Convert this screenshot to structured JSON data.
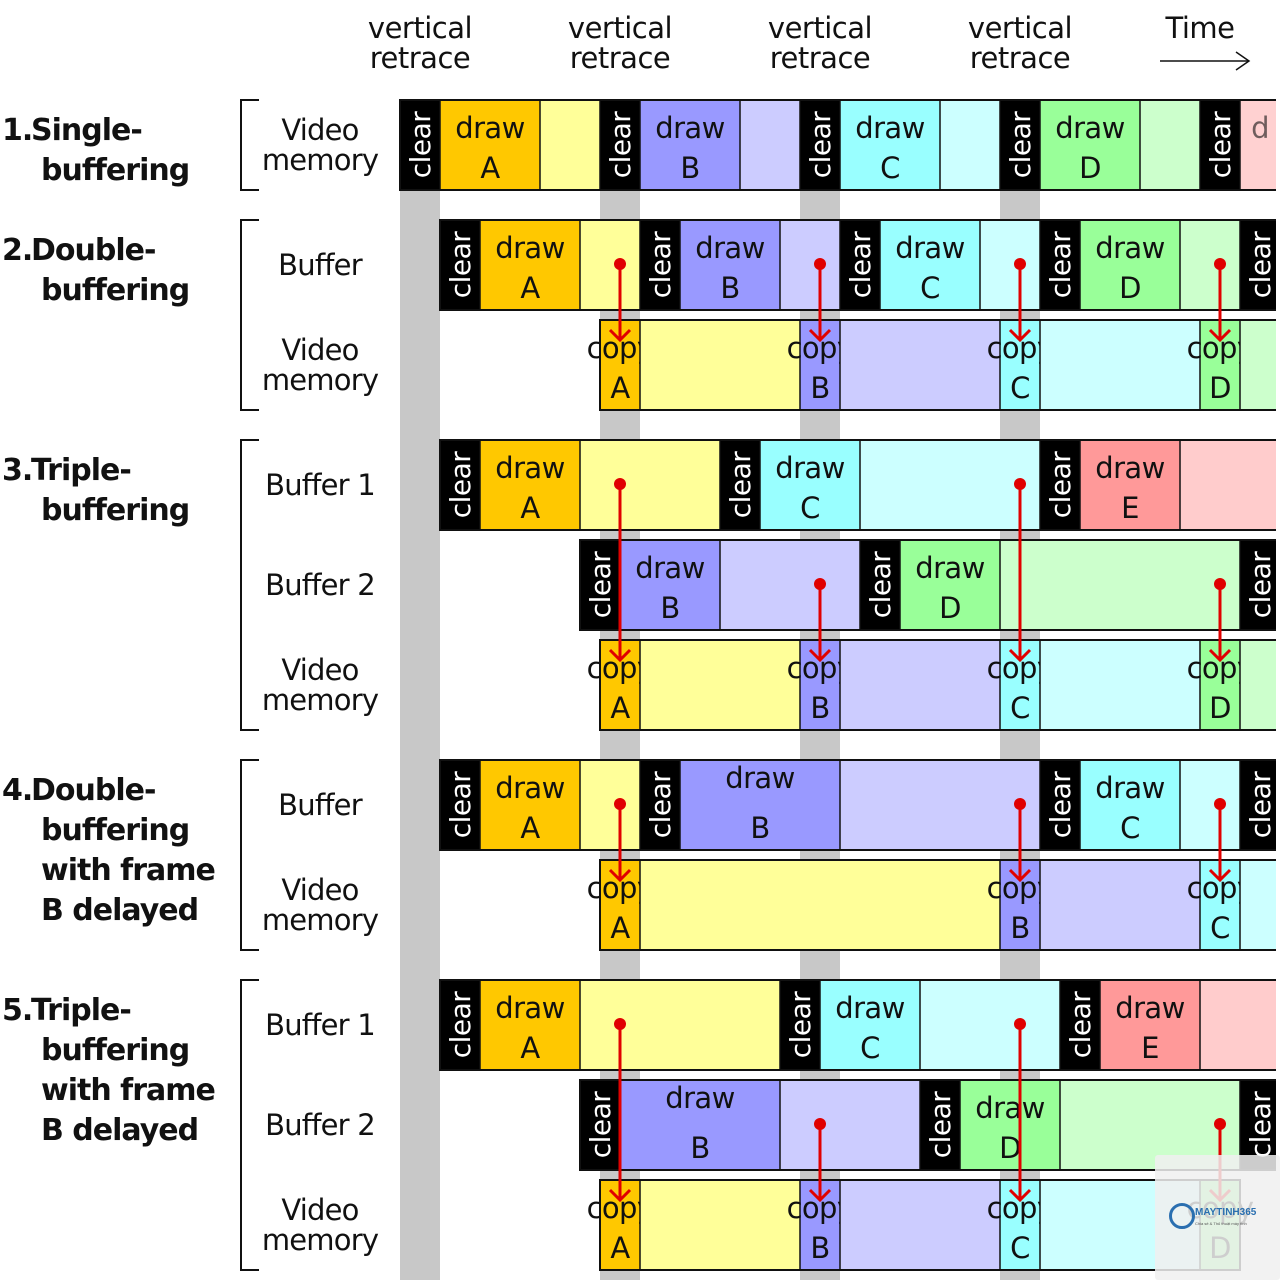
{
  "header": {
    "retrace_labels": [
      [
        "vertical",
        "retrace"
      ],
      [
        "vertical",
        "retrace"
      ],
      [
        "vertical",
        "retrace"
      ],
      [
        "vertical",
        "retrace"
      ]
    ],
    "time_label": "Time"
  },
  "sections": [
    {
      "number": "1.",
      "title_lines": [
        "Single-",
        "buffering"
      ],
      "rows": [
        {
          "label": [
            "Video",
            "memory"
          ],
          "segments": [
            {
              "kind": "clear",
              "text": [
                "clear"
              ]
            },
            {
              "kind": "draw",
              "text": [
                "draw",
                "A"
              ],
              "color": "#ffc800"
            },
            {
              "kind": "fill",
              "color": "#ffff99"
            },
            {
              "kind": "clear",
              "text": [
                "clear"
              ]
            },
            {
              "kind": "draw",
              "text": [
                "draw",
                "B"
              ],
              "color": "#9999ff"
            },
            {
              "kind": "fill",
              "color": "#ccccff"
            },
            {
              "kind": "clear",
              "text": [
                "clear"
              ]
            },
            {
              "kind": "draw",
              "text": [
                "draw",
                "C"
              ],
              "color": "#99ffff"
            },
            {
              "kind": "fill",
              "color": "#ccffff"
            },
            {
              "kind": "clear",
              "text": [
                "clear"
              ]
            },
            {
              "kind": "draw",
              "text": [
                "draw",
                "D"
              ],
              "color": "#99ff99"
            },
            {
              "kind": "fill",
              "color": "#ccffcc"
            },
            {
              "kind": "clear",
              "text": [
                "clear"
              ]
            },
            {
              "kind": "draw",
              "text": [
                "d",
                ""
              ],
              "color": "#ff9999",
              "faded": true
            }
          ]
        }
      ]
    },
    {
      "number": "2.",
      "title_lines": [
        "Double-",
        "buffering"
      ],
      "rows": [
        {
          "label": [
            "Buffer"
          ],
          "segments": [
            {
              "kind": "clear",
              "text": [
                "clear"
              ]
            },
            {
              "kind": "draw",
              "text": [
                "draw",
                "A"
              ],
              "color": "#ffc800"
            },
            {
              "kind": "fill",
              "color": "#ffff99"
            },
            {
              "kind": "clear",
              "text": [
                "clear"
              ]
            },
            {
              "kind": "draw",
              "text": [
                "draw",
                "B"
              ],
              "color": "#9999ff"
            },
            {
              "kind": "fill",
              "color": "#ccccff"
            },
            {
              "kind": "clear",
              "text": [
                "clear"
              ]
            },
            {
              "kind": "draw",
              "text": [
                "draw",
                "C"
              ],
              "color": "#99ffff"
            },
            {
              "kind": "fill",
              "color": "#ccffff"
            },
            {
              "kind": "clear",
              "text": [
                "clear"
              ]
            },
            {
              "kind": "draw",
              "text": [
                "draw",
                "D"
              ],
              "color": "#99ff99"
            },
            {
              "kind": "fill",
              "color": "#ccffcc"
            },
            {
              "kind": "clear",
              "text": [
                "clear"
              ]
            }
          ]
        },
        {
          "label": [
            "Video",
            "memory"
          ],
          "segments": [
            {
              "kind": "copy",
              "text": [
                "copy",
                "A"
              ],
              "color": "#ffc800"
            },
            {
              "kind": "fill",
              "color": "#ffff99"
            },
            {
              "kind": "copy",
              "text": [
                "copy",
                "B"
              ],
              "color": "#9999ff"
            },
            {
              "kind": "fill",
              "color": "#ccccff"
            },
            {
              "kind": "copy",
              "text": [
                "copy",
                "C"
              ],
              "color": "#99ffff"
            },
            {
              "kind": "fill",
              "color": "#ccffff"
            },
            {
              "kind": "copy",
              "text": [
                "copy",
                "D"
              ],
              "color": "#99ff99"
            },
            {
              "kind": "fill",
              "color": "#ccffcc"
            }
          ]
        }
      ]
    },
    {
      "number": "3.",
      "title_lines": [
        "Triple-",
        "buffering"
      ],
      "rows": [
        {
          "label": [
            "Buffer 1"
          ],
          "segments": [
            {
              "kind": "clear",
              "text": [
                "clear"
              ]
            },
            {
              "kind": "draw",
              "text": [
                "draw",
                "A"
              ],
              "color": "#ffc800"
            },
            {
              "kind": "fill",
              "color": "#ffff99"
            },
            {
              "kind": "clear",
              "text": [
                "clear"
              ]
            },
            {
              "kind": "draw",
              "text": [
                "draw",
                "C"
              ],
              "color": "#99ffff"
            },
            {
              "kind": "fill",
              "color": "#ccffff"
            },
            {
              "kind": "clear",
              "text": [
                "clear"
              ]
            },
            {
              "kind": "draw",
              "text": [
                "draw",
                "E"
              ],
              "color": "#ff9999"
            },
            {
              "kind": "fill",
              "color": "#ffcccc"
            }
          ]
        },
        {
          "label": [
            "Buffer 2"
          ],
          "segments": [
            {
              "kind": "clear",
              "text": [
                "clear"
              ]
            },
            {
              "kind": "draw",
              "text": [
                "draw",
                "B"
              ],
              "color": "#9999ff"
            },
            {
              "kind": "fill",
              "color": "#ccccff"
            },
            {
              "kind": "clear",
              "text": [
                "clear"
              ]
            },
            {
              "kind": "draw",
              "text": [
                "draw",
                "D"
              ],
              "color": "#99ff99"
            },
            {
              "kind": "fill",
              "color": "#ccffcc"
            },
            {
              "kind": "clear",
              "text": [
                "clear"
              ]
            }
          ]
        },
        {
          "label": [
            "Video",
            "memory"
          ],
          "segments": [
            {
              "kind": "copy",
              "text": [
                "copy",
                "A"
              ],
              "color": "#ffc800"
            },
            {
              "kind": "fill",
              "color": "#ffff99"
            },
            {
              "kind": "copy",
              "text": [
                "copy",
                "B"
              ],
              "color": "#9999ff"
            },
            {
              "kind": "fill",
              "color": "#ccccff"
            },
            {
              "kind": "copy",
              "text": [
                "copy",
                "C"
              ],
              "color": "#99ffff"
            },
            {
              "kind": "fill",
              "color": "#ccffff"
            },
            {
              "kind": "copy",
              "text": [
                "copy",
                "D"
              ],
              "color": "#99ff99"
            },
            {
              "kind": "fill",
              "color": "#ccffcc"
            }
          ]
        }
      ]
    },
    {
      "number": "4.",
      "title_lines": [
        "Double-",
        "buffering",
        "with frame",
        "B delayed"
      ],
      "rows": [
        {
          "label": [
            "Buffer"
          ],
          "segments": [
            {
              "kind": "clear",
              "text": [
                "clear"
              ]
            },
            {
              "kind": "draw",
              "text": [
                "draw",
                "A"
              ],
              "color": "#ffc800"
            },
            {
              "kind": "fill",
              "color": "#ffff99"
            },
            {
              "kind": "clear",
              "text": [
                "clear"
              ]
            },
            {
              "kind": "draw",
              "text": [
                "draw",
                "B"
              ],
              "color": "#9999ff"
            },
            {
              "kind": "fill",
              "color": "#ccccff"
            },
            {
              "kind": "clear",
              "text": [
                "clear"
              ]
            },
            {
              "kind": "draw",
              "text": [
                "draw",
                "C"
              ],
              "color": "#99ffff"
            },
            {
              "kind": "fill",
              "color": "#ccffff"
            },
            {
              "kind": "clear",
              "text": [
                "clear"
              ]
            }
          ]
        },
        {
          "label": [
            "Video",
            "memory"
          ],
          "segments": [
            {
              "kind": "copy",
              "text": [
                "copy",
                "A"
              ],
              "color": "#ffc800"
            },
            {
              "kind": "fill",
              "color": "#ffff99"
            },
            {
              "kind": "copy",
              "text": [
                "copy",
                "B"
              ],
              "color": "#9999ff"
            },
            {
              "kind": "fill",
              "color": "#ccccff"
            },
            {
              "kind": "copy",
              "text": [
                "copy",
                "C"
              ],
              "color": "#99ffff"
            },
            {
              "kind": "fill",
              "color": "#ccffff"
            }
          ]
        }
      ]
    },
    {
      "number": "5.",
      "title_lines": [
        "Triple-",
        "buffering",
        "with frame",
        "B delayed"
      ],
      "rows": [
        {
          "label": [
            "Buffer 1"
          ],
          "segments": [
            {
              "kind": "clear",
              "text": [
                "clear"
              ]
            },
            {
              "kind": "draw",
              "text": [
                "draw",
                "A"
              ],
              "color": "#ffc800"
            },
            {
              "kind": "fill",
              "color": "#ffff99"
            },
            {
              "kind": "clear",
              "text": [
                "clear"
              ]
            },
            {
              "kind": "draw",
              "text": [
                "draw",
                "C"
              ],
              "color": "#99ffff"
            },
            {
              "kind": "fill",
              "color": "#ccffff"
            },
            {
              "kind": "clear",
              "text": [
                "clear"
              ]
            },
            {
              "kind": "draw",
              "text": [
                "draw",
                "E"
              ],
              "color": "#ff9999"
            },
            {
              "kind": "fill",
              "color": "#ffcccc"
            }
          ]
        },
        {
          "label": [
            "Buffer 2"
          ],
          "segments": [
            {
              "kind": "clear",
              "text": [
                "clear"
              ]
            },
            {
              "kind": "draw",
              "text": [
                "draw",
                "B"
              ],
              "color": "#9999ff"
            },
            {
              "kind": "fill",
              "color": "#ccccff"
            },
            {
              "kind": "clear",
              "text": [
                "clear"
              ]
            },
            {
              "kind": "draw",
              "text": [
                "draw",
                "D"
              ],
              "color": "#99ff99"
            },
            {
              "kind": "fill",
              "color": "#ccffcc"
            },
            {
              "kind": "clear",
              "text": [
                "clear"
              ]
            }
          ]
        },
        {
          "label": [
            "Video",
            "memory"
          ],
          "segments": [
            {
              "kind": "copy",
              "text": [
                "copy",
                "A"
              ],
              "color": "#ffc800"
            },
            {
              "kind": "fill",
              "color": "#ffff99"
            },
            {
              "kind": "copy",
              "text": [
                "copy",
                "B"
              ],
              "color": "#9999ff"
            },
            {
              "kind": "fill",
              "color": "#ccccff"
            },
            {
              "kind": "copy",
              "text": [
                "copy",
                "C"
              ],
              "color": "#99ffff"
            },
            {
              "kind": "fill",
              "color": "#ccffff"
            },
            {
              "kind": "copy",
              "text": [
                "copy",
                "D"
              ],
              "color": "#99ff99"
            }
          ]
        }
      ]
    }
  ],
  "colors": {
    "retrace_band": "#c8c8c8",
    "clear_block": "#000000",
    "arrow": "#e00000"
  },
  "watermark": {
    "brand": "MAYTINH365",
    "tagline": "Chia sẻ & Thủ thuật máy tính"
  }
}
